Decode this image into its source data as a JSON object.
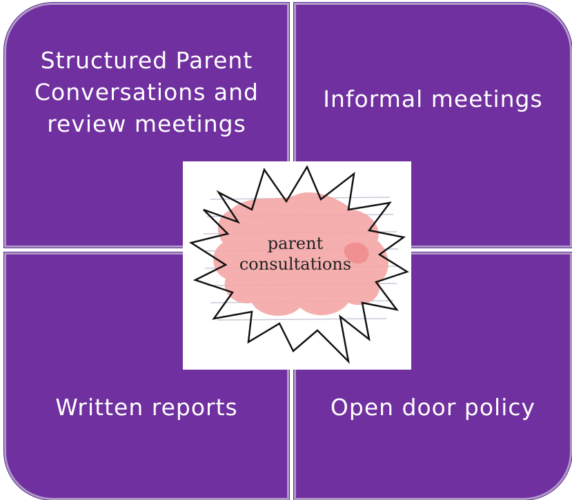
{
  "quadrants": {
    "top_left": {
      "label": "Structured Parent\nConversations and\nreview meetings"
    },
    "top_right": {
      "label": "Informal meetings"
    },
    "bottom_left": {
      "label": "Written reports"
    },
    "bottom_right": {
      "label": "Open door policy"
    }
  },
  "center_image": {
    "line1": "parent",
    "line2": "consultations"
  },
  "colors": {
    "quadrant_fill": "#7030a0",
    "quadrant_border": "#b09bc8",
    "splash": "#f4a6a6"
  }
}
